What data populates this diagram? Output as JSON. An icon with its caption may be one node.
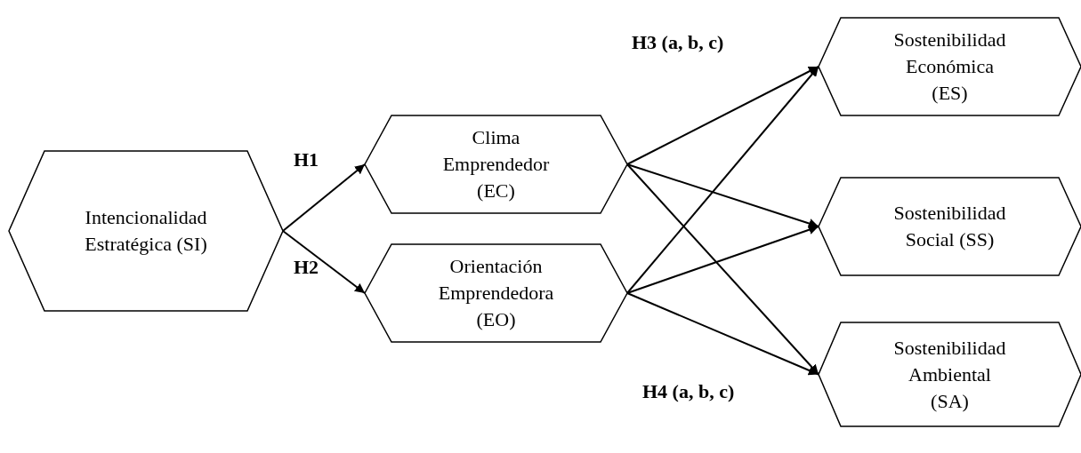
{
  "diagram": {
    "nodes": [
      {
        "text": [
          "Intencionalidad Estratégica (SI)"
        ]
      },
      {
        "text": [
          "Clima Emprendedor (EC)"
        ]
      },
      {
        "text": [
          "Orientación Emprendedora (EO)"
        ]
      },
      {
        "text": [
          "Sostenibilidad Económica (ES)"
        ]
      },
      {
        "text": [
          "Sostenibilidad Social (SS)"
        ]
      },
      {
        "text": [
          "Sostenibilidad Ambiental (SA)"
        ]
      }
    ],
    "edges": [
      {
        "from": 0,
        "to": 1,
        "arrow": "to",
        "label": "H1"
      },
      {
        "from": 0,
        "to": 2,
        "arrow": "to",
        "label": "H2"
      },
      {
        "from": 1,
        "to": 3,
        "arrow": "to"
      },
      {
        "from": 1,
        "to": 4,
        "arrow": "to"
      },
      {
        "from": 1,
        "to": 5,
        "arrow": "to"
      },
      {
        "from": 2,
        "to": 3,
        "arrow": "to"
      },
      {
        "from": 2,
        "to": 4,
        "arrow": "to"
      },
      {
        "from": 2,
        "to": 5,
        "arrow": "to"
      }
    ],
    "labels": [
      "H3 (a, b, c)",
      "H4 (a, b, c)"
    ]
  }
}
